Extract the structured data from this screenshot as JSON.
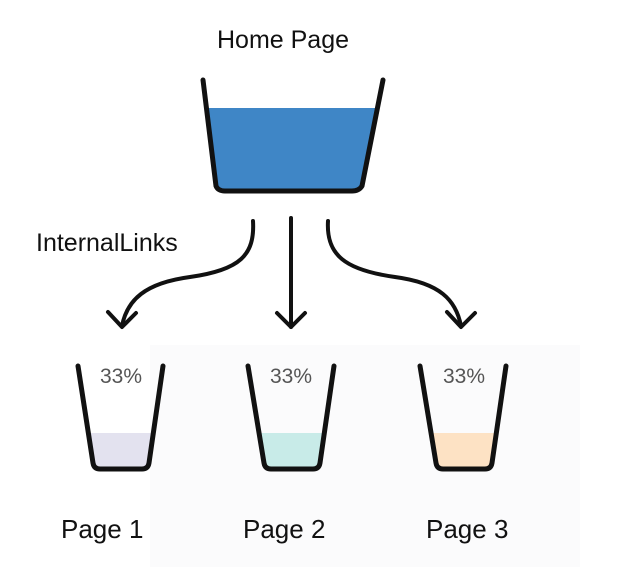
{
  "home": {
    "title": "Home Page",
    "fill_color": "#3f86c6"
  },
  "links_label": "InternalLinks",
  "pages": [
    {
      "label": "Page 1",
      "percent": "33%",
      "fill_color": "#e3e2ef"
    },
    {
      "label": "Page 2",
      "percent": "33%",
      "fill_color": "#c8ebe8"
    },
    {
      "label": "Page 3",
      "percent": "33%",
      "fill_color": "#fde2c4"
    }
  ],
  "stroke_color": "#111111"
}
